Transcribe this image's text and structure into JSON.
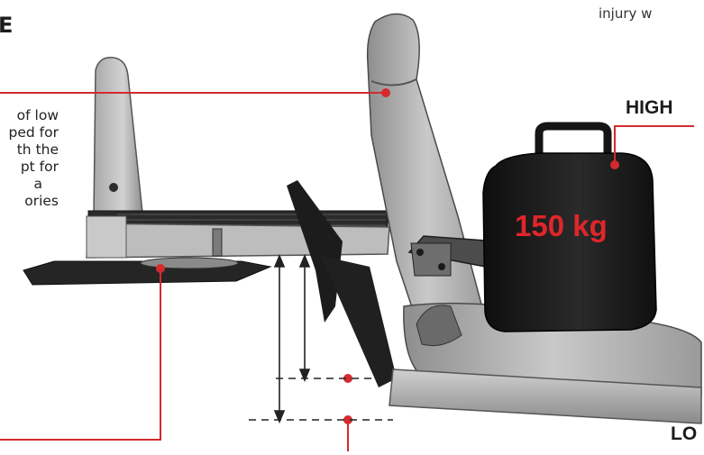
{
  "heading_fragment": "E",
  "description_lines": [
    "of low",
    "ped for",
    "th the",
    "pt for",
    "a",
    "ories"
  ],
  "corner_text": "injury w",
  "label_high": "HIGH",
  "label_low": "LO",
  "weight_label": "150 kg",
  "colors": {
    "callout_red": "#d42a2e",
    "seat_grey": "#b4b4b4",
    "dark": "#1a1a1a"
  }
}
